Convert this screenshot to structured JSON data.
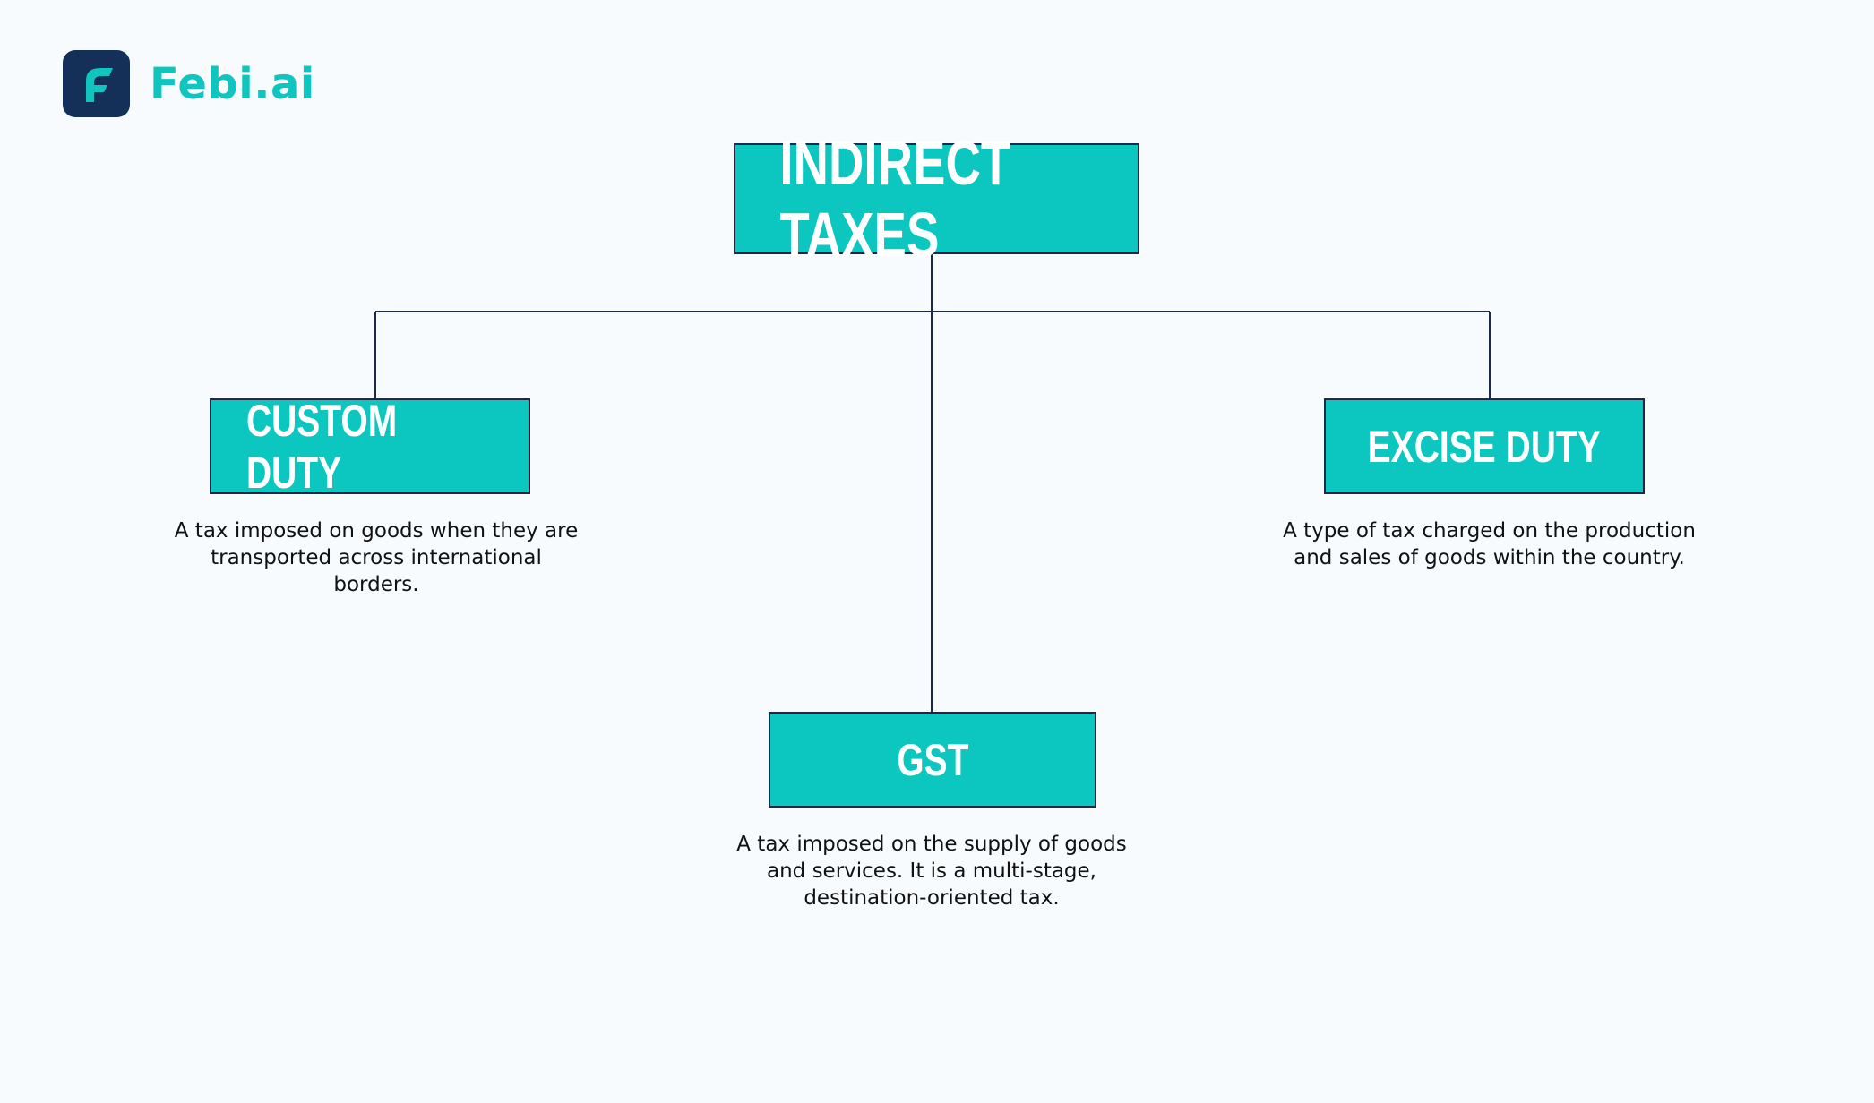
{
  "brand": {
    "name": "Febi.ai",
    "icon": "febi-f-logo-icon",
    "colors": {
      "primary": "#0bc7c0",
      "icon_background": "#143058",
      "line": "#1b2a4a"
    }
  },
  "diagram": {
    "root": {
      "label": "INDIRECT TAXES"
    },
    "children": [
      {
        "id": "custom",
        "label": "CUSTOM DUTY",
        "description": "A tax imposed on goods when they are transported across international borders."
      },
      {
        "id": "gst",
        "label": "GST",
        "description": "A tax imposed on the supply of goods and services. It is a multi-stage, destination-oriented tax."
      },
      {
        "id": "excise",
        "label": "EXCISE DUTY",
        "description": "A type of tax charged on the production and sales of goods within the country."
      }
    ]
  }
}
